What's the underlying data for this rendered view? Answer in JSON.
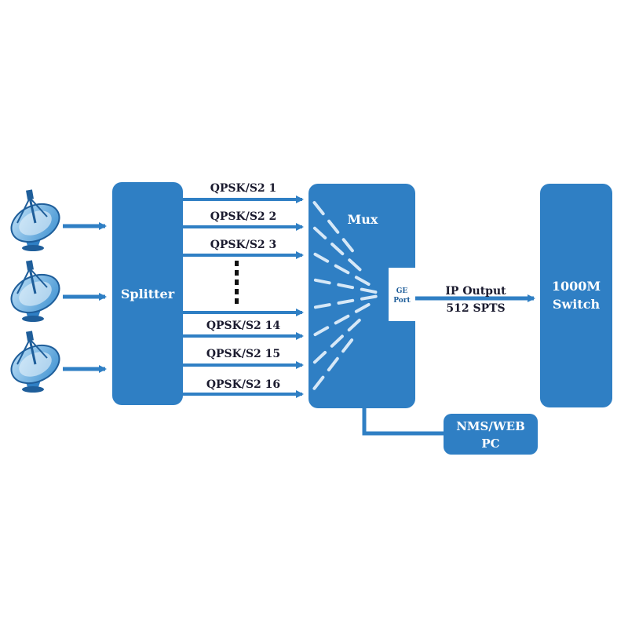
{
  "colors": {
    "box": "#2f7fc4",
    "box_dark": "#1f5e9a",
    "line": "#2f7fc4",
    "text_dark": "#1a1a2e",
    "text_light": "#ffffff",
    "dash": "#cfe3f5"
  },
  "splitter": {
    "label": "Splitter"
  },
  "mux": {
    "label": "Mux",
    "port_label_1": "GE",
    "port_label_2": "Port"
  },
  "channels": [
    {
      "label": "QPSK/S2  1"
    },
    {
      "label": "QPSK/S2  2"
    },
    {
      "label": "QPSK/S2  3"
    },
    {
      "label": "QPSK/S2  14"
    },
    {
      "label": "QPSK/S2  15"
    },
    {
      "label": "QPSK/S2  16"
    }
  ],
  "ip_output": {
    "line1": "IP Output",
    "line2": "512 SPTS"
  },
  "switch": {
    "line1": "1000M",
    "line2": "Switch"
  },
  "nms": {
    "line1": "NMS/WEB",
    "line2": "PC"
  },
  "dishes": [
    {
      "icon": "satellite-dish-icon"
    },
    {
      "icon": "satellite-dish-icon"
    },
    {
      "icon": "satellite-dish-icon"
    }
  ]
}
